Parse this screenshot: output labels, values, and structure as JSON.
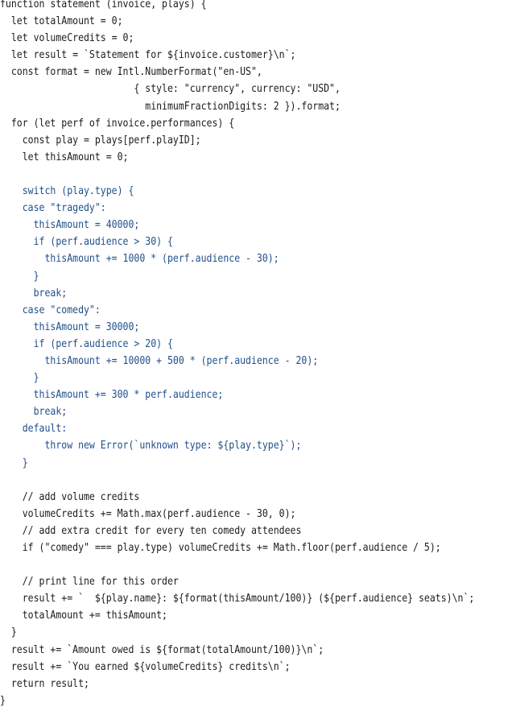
{
  "colors": {
    "normal_text": "#1a1a1a",
    "highlight_text": "#1f4e8a",
    "background": "#ffffff"
  },
  "code": {
    "lines": [
      {
        "text": "function statement (invoice, plays) {",
        "highlight": false
      },
      {
        "text": "  let totalAmount = 0;",
        "highlight": false
      },
      {
        "text": "  let volumeCredits = 0;",
        "highlight": false
      },
      {
        "text": "  let result = `Statement for ${invoice.customer}\\n`;",
        "highlight": false
      },
      {
        "text": "  const format = new Intl.NumberFormat(\"en-US\",",
        "highlight": false
      },
      {
        "text": "                        { style: \"currency\", currency: \"USD\",",
        "highlight": false
      },
      {
        "text": "                          minimumFractionDigits: 2 }).format;",
        "highlight": false
      },
      {
        "text": "  for (let perf of invoice.performances) {",
        "highlight": false
      },
      {
        "text": "    const play = plays[perf.playID];",
        "highlight": false
      },
      {
        "text": "    let thisAmount = 0;",
        "highlight": false
      },
      {
        "text": "",
        "highlight": false
      },
      {
        "text": "    switch (play.type) {",
        "highlight": true
      },
      {
        "text": "    case \"tragedy\":",
        "highlight": true
      },
      {
        "text": "      thisAmount = 40000;",
        "highlight": true
      },
      {
        "text": "      if (perf.audience > 30) {",
        "highlight": true
      },
      {
        "text": "        thisAmount += 1000 * (perf.audience - 30);",
        "highlight": true
      },
      {
        "text": "      }",
        "highlight": true
      },
      {
        "text": "      break;",
        "highlight": true
      },
      {
        "text": "    case \"comedy\":",
        "highlight": true
      },
      {
        "text": "      thisAmount = 30000;",
        "highlight": true
      },
      {
        "text": "      if (perf.audience > 20) {",
        "highlight": true
      },
      {
        "text": "        thisAmount += 10000 + 500 * (perf.audience - 20);",
        "highlight": true
      },
      {
        "text": "      }",
        "highlight": true
      },
      {
        "text": "      thisAmount += 300 * perf.audience;",
        "highlight": true
      },
      {
        "text": "      break;",
        "highlight": true
      },
      {
        "text": "    default:",
        "highlight": true
      },
      {
        "text": "        throw new Error(`unknown type: ${play.type}`);",
        "highlight": true
      },
      {
        "text": "    }",
        "highlight": true
      },
      {
        "text": "",
        "highlight": false
      },
      {
        "text": "    // add volume credits",
        "highlight": false
      },
      {
        "text": "    volumeCredits += Math.max(perf.audience - 30, 0);",
        "highlight": false
      },
      {
        "text": "    // add extra credit for every ten comedy attendees",
        "highlight": false
      },
      {
        "text": "    if (\"comedy\" === play.type) volumeCredits += Math.floor(perf.audience / 5);",
        "highlight": false
      },
      {
        "text": "",
        "highlight": false
      },
      {
        "text": "    // print line for this order",
        "highlight": false
      },
      {
        "text": "    result += `  ${play.name}: ${format(thisAmount/100)} (${perf.audience} seats)\\n`;",
        "highlight": false
      },
      {
        "text": "    totalAmount += thisAmount;",
        "highlight": false
      },
      {
        "text": "  }",
        "highlight": false
      },
      {
        "text": "  result += `Amount owed is ${format(totalAmount/100)}\\n`;",
        "highlight": false
      },
      {
        "text": "  result += `You earned ${volumeCredits} credits\\n`;",
        "highlight": false
      },
      {
        "text": "  return result;",
        "highlight": false
      },
      {
        "text": "}",
        "highlight": false
      }
    ]
  }
}
